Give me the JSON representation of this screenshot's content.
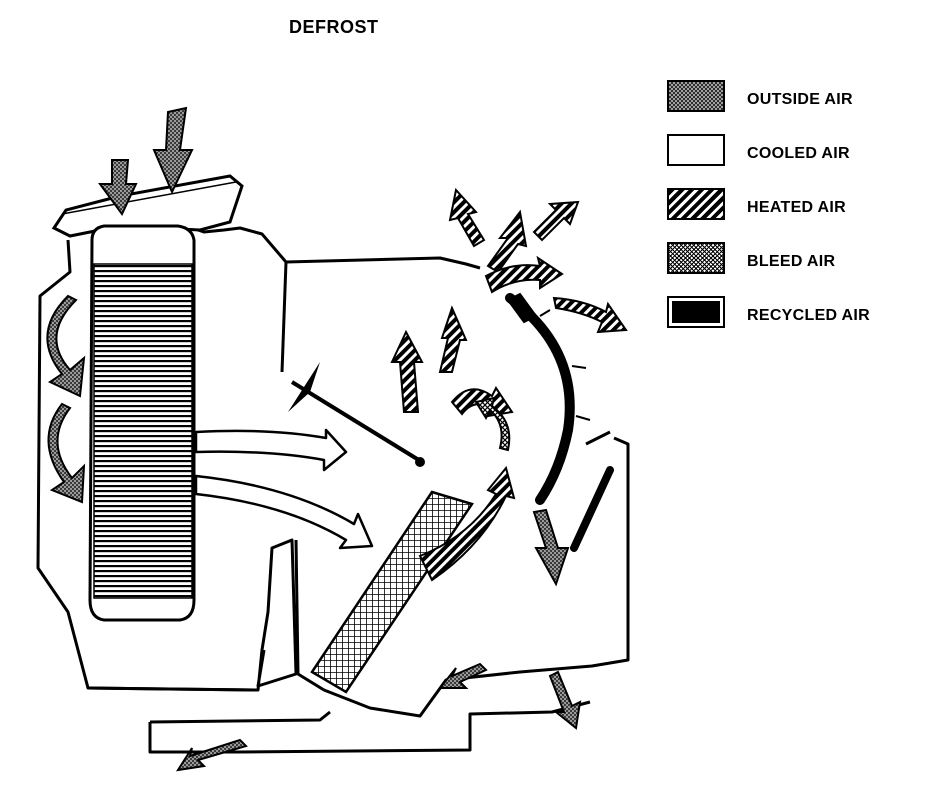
{
  "title": "DEFROST",
  "legend": [
    {
      "label": "OUTSIDE AIR",
      "pattern": "outside"
    },
    {
      "label": "COOLED AIR",
      "pattern": "cooled"
    },
    {
      "label": "HEATED AIR",
      "pattern": "heated"
    },
    {
      "label": "BLEED AIR",
      "pattern": "bleed"
    },
    {
      "label": "RECYCLED AIR",
      "pattern": "recycled"
    }
  ],
  "colors": {
    "line": "#000000",
    "background": "#ffffff",
    "outside_fill": "#8a8a8a"
  }
}
